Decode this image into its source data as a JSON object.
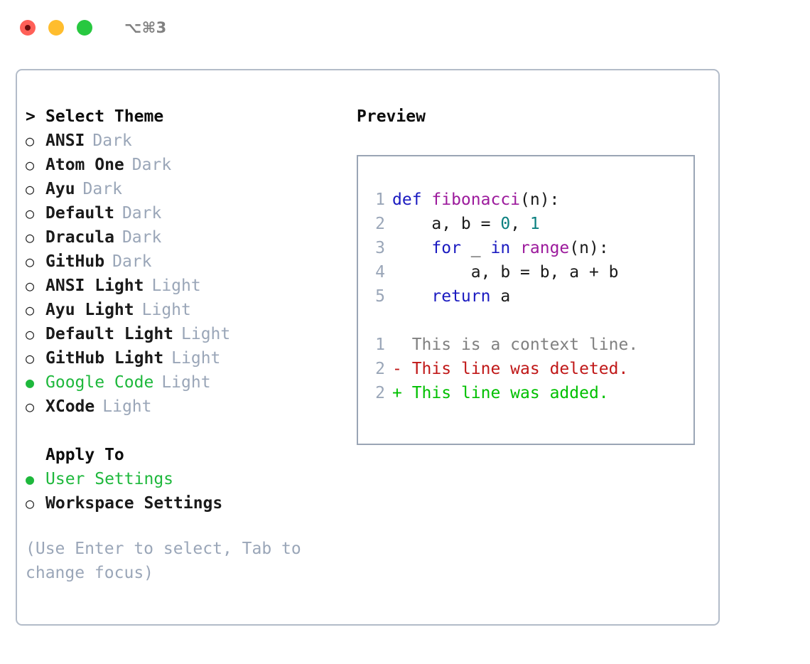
{
  "window": {
    "shortcut": "⌥⌘3",
    "traffic_lights": [
      {
        "name": "close",
        "color": "#ff6058"
      },
      {
        "name": "minimize",
        "color": "#ffbd2e"
      },
      {
        "name": "maximize",
        "color": "#28c840"
      }
    ]
  },
  "theme_picker": {
    "caret": ">",
    "title": "Select Theme",
    "bullet_unselected": "○",
    "bullet_selected": "●",
    "items": [
      {
        "name": "ANSI",
        "tag": "Dark",
        "selected": false
      },
      {
        "name": "Atom One",
        "tag": "Dark",
        "selected": false
      },
      {
        "name": "Ayu",
        "tag": "Dark",
        "selected": false
      },
      {
        "name": "Default",
        "tag": "Dark",
        "selected": false
      },
      {
        "name": "Dracula",
        "tag": "Dark",
        "selected": false
      },
      {
        "name": "GitHub",
        "tag": "Dark",
        "selected": false
      },
      {
        "name": "ANSI Light",
        "tag": "Light",
        "selected": false
      },
      {
        "name": "Ayu Light",
        "tag": "Light",
        "selected": false
      },
      {
        "name": "Default Light",
        "tag": "Light",
        "selected": false
      },
      {
        "name": "GitHub Light",
        "tag": "Light",
        "selected": false
      },
      {
        "name": "Google Code",
        "tag": "Light",
        "selected": true
      },
      {
        "name": "XCode",
        "tag": "Light",
        "selected": false
      }
    ]
  },
  "apply_to": {
    "title": "Apply To",
    "items": [
      {
        "name": "User Settings",
        "selected": true
      },
      {
        "name": "Workspace Settings",
        "selected": false
      }
    ]
  },
  "help": {
    "text": "(Use Enter to select, Tab to change focus)"
  },
  "preview": {
    "title": "Preview",
    "code_lines": [
      {
        "lno": "1",
        "tokens": [
          {
            "t": "def ",
            "c": "kw"
          },
          {
            "t": "fibonacci",
            "c": "fn"
          },
          {
            "t": "(n):",
            "c": "pl"
          }
        ]
      },
      {
        "lno": "2",
        "tokens": [
          {
            "t": "    a, b = ",
            "c": "pl"
          },
          {
            "t": "0",
            "c": "num"
          },
          {
            "t": ", ",
            "c": "pl"
          },
          {
            "t": "1",
            "c": "num"
          }
        ]
      },
      {
        "lno": "3",
        "tokens": [
          {
            "t": "    ",
            "c": "pl"
          },
          {
            "t": "for",
            "c": "kw"
          },
          {
            "t": " _ ",
            "c": "pl"
          },
          {
            "t": "in",
            "c": "kw"
          },
          {
            "t": " ",
            "c": "pl"
          },
          {
            "t": "range",
            "c": "fn"
          },
          {
            "t": "(n):",
            "c": "pl"
          }
        ]
      },
      {
        "lno": "4",
        "tokens": [
          {
            "t": "        a, b = b, a + b",
            "c": "pl"
          }
        ]
      },
      {
        "lno": "5",
        "tokens": [
          {
            "t": "    ",
            "c": "pl"
          },
          {
            "t": "return",
            "c": "kw"
          },
          {
            "t": " a",
            "c": "pl"
          }
        ]
      }
    ],
    "diff_lines": [
      {
        "lno": "1",
        "marker": "  ",
        "text": "This is a context line.",
        "kind": "ctx"
      },
      {
        "lno": "2",
        "marker": "- ",
        "text": "This line was deleted.",
        "kind": "del"
      },
      {
        "lno": "2",
        "marker": "+ ",
        "text": "This line was added.",
        "kind": "add"
      }
    ]
  },
  "colors": {
    "selected_green": "#1eb83c",
    "muted_tag": "#9aa6b8",
    "panel_border": "#b3bcc9",
    "preview_border": "#9aa5b5",
    "keyword_blue": "#1a1ac0",
    "function_purple": "#9c1a9c",
    "number_teal": "#0b8080",
    "diff_delete_red": "#c01818",
    "diff_add_green": "#00c000"
  }
}
